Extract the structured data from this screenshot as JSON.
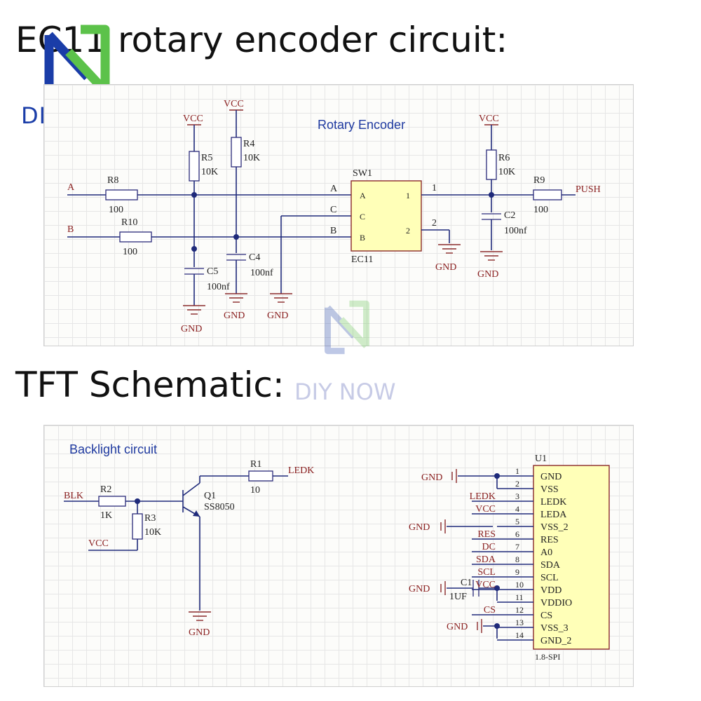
{
  "headings": {
    "encoder": "EC11 rotary encoder circuit:",
    "tft": "TFT Schematic:"
  },
  "logo": {
    "text": "DIY NOW",
    "icon": "diy-now-logo-icon"
  },
  "watermark": {
    "text": "DIY NOW"
  },
  "encoder": {
    "caption": "Rotary Encoder",
    "vcc": "VCC",
    "gnd": "GND",
    "net_a": "A",
    "net_b": "B",
    "net_push": "PUSH",
    "r8": {
      "ref": "R8",
      "value": "100"
    },
    "r10": {
      "ref": "R10",
      "value": "100"
    },
    "r5": {
      "ref": "R5",
      "value": "10K"
    },
    "r4": {
      "ref": "R4",
      "value": "10K"
    },
    "r6": {
      "ref": "R6",
      "value": "10K"
    },
    "r9": {
      "ref": "R9",
      "value": "100"
    },
    "c5": {
      "ref": "C5",
      "value": "100nf"
    },
    "c4": {
      "ref": "C4",
      "value": "100nf"
    },
    "c2": {
      "ref": "C2",
      "value": "100nf"
    },
    "sw1": {
      "ref": "SW1",
      "part": "EC11",
      "pin_a": "A",
      "pin_c": "C",
      "pin_b": "B",
      "pin_1": "1",
      "pin_2": "2",
      "wire_a": "A",
      "wire_c": "C",
      "wire_b": "B",
      "wire_1": "1",
      "wire_2": "2"
    }
  },
  "backlight": {
    "caption": "Backlight circuit",
    "net_blk": "BLK",
    "net_vcc": "VCC",
    "net_ledk": "LEDK",
    "gnd": "GND",
    "r2": {
      "ref": "R2",
      "value": "1K"
    },
    "r3": {
      "ref": "R3",
      "value": "10K"
    },
    "r1": {
      "ref": "R1",
      "value": "10"
    },
    "q1": {
      "ref": "Q1",
      "part": "SS8050"
    }
  },
  "tft": {
    "ref": "U1",
    "part": "1.8-SPI",
    "c1": {
      "ref": "C1",
      "value": "1UF"
    },
    "gnd": "GND",
    "pins": [
      {
        "num": "1",
        "name": "GND",
        "net": ""
      },
      {
        "num": "2",
        "name": "VSS",
        "net": ""
      },
      {
        "num": "3",
        "name": "LEDK",
        "net": "LEDK"
      },
      {
        "num": "4",
        "name": "LEDA",
        "net": "VCC"
      },
      {
        "num": "5",
        "name": "VSS_2",
        "net": ""
      },
      {
        "num": "6",
        "name": "RES",
        "net": "RES"
      },
      {
        "num": "7",
        "name": "A0",
        "net": "DC"
      },
      {
        "num": "8",
        "name": "SDA",
        "net": "SDA"
      },
      {
        "num": "9",
        "name": "SCL",
        "net": "SCL"
      },
      {
        "num": "10",
        "name": "VDD",
        "net": "VCC"
      },
      {
        "num": "11",
        "name": "VDDIO",
        "net": ""
      },
      {
        "num": "12",
        "name": "CS",
        "net": "CS"
      },
      {
        "num": "13",
        "name": "VSS_3",
        "net": ""
      },
      {
        "num": "14",
        "name": "GND_2",
        "net": ""
      }
    ]
  }
}
